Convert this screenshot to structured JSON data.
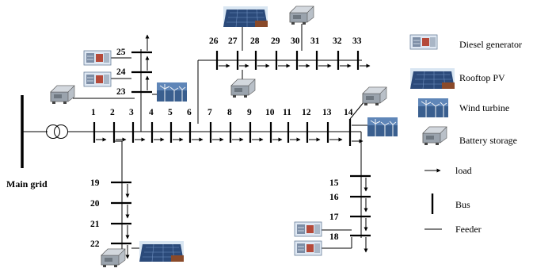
{
  "main_grid_label": "Main grid",
  "legend": {
    "diesel": "Diesel generator",
    "pv": "Rooftop PV",
    "wind": "Wind turbine",
    "battery": "Battery storage",
    "load": "load",
    "bus": "Bus",
    "feeder": "Feeder"
  },
  "buses": [
    {
      "id": "bus-1",
      "label": "1"
    },
    {
      "id": "bus-2",
      "label": "2"
    },
    {
      "id": "bus-3",
      "label": "3"
    },
    {
      "id": "bus-4",
      "label": "4"
    },
    {
      "id": "bus-5",
      "label": "5"
    },
    {
      "id": "bus-6",
      "label": "6"
    },
    {
      "id": "bus-7",
      "label": "7"
    },
    {
      "id": "bus-8",
      "label": "8"
    },
    {
      "id": "bus-9",
      "label": "9"
    },
    {
      "id": "bus-10",
      "label": "10"
    },
    {
      "id": "bus-11",
      "label": "11"
    },
    {
      "id": "bus-12",
      "label": "12"
    },
    {
      "id": "bus-13",
      "label": "13"
    },
    {
      "id": "bus-14",
      "label": "14"
    },
    {
      "id": "bus-15",
      "label": "15"
    },
    {
      "id": "bus-16",
      "label": "16"
    },
    {
      "id": "bus-17",
      "label": "17"
    },
    {
      "id": "bus-18",
      "label": "18"
    },
    {
      "id": "bus-19",
      "label": "19"
    },
    {
      "id": "bus-20",
      "label": "20"
    },
    {
      "id": "bus-21",
      "label": "21"
    },
    {
      "id": "bus-22",
      "label": "22"
    },
    {
      "id": "bus-23",
      "label": "23"
    },
    {
      "id": "bus-24",
      "label": "24"
    },
    {
      "id": "bus-25",
      "label": "25"
    },
    {
      "id": "bus-26",
      "label": "26"
    },
    {
      "id": "bus-27",
      "label": "27"
    },
    {
      "id": "bus-28",
      "label": "28"
    },
    {
      "id": "bus-29",
      "label": "29"
    },
    {
      "id": "bus-30",
      "label": "30"
    },
    {
      "id": "bus-31",
      "label": "31"
    },
    {
      "id": "bus-32",
      "label": "32"
    },
    {
      "id": "bus-33",
      "label": "33"
    }
  ],
  "colors": {
    "line": "#000000",
    "pv_panel": "#2b4a7a",
    "roof": "#8a4a2a",
    "sky": "#9fc6e8",
    "device_gray": "#9aa3ad",
    "device_blue": "#5b7fb0"
  }
}
